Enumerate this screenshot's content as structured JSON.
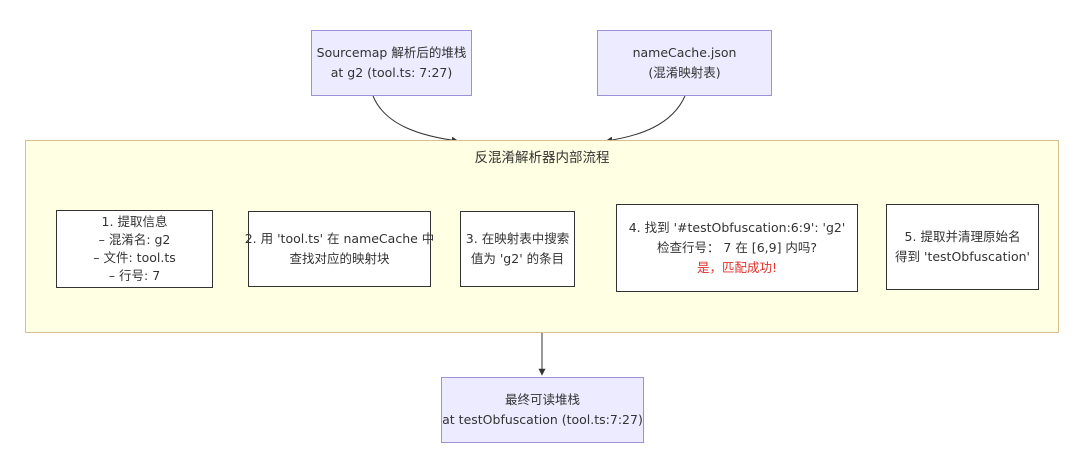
{
  "sources": {
    "stack": [
      "Sourcemap 解析后的堆栈",
      "at g2 (tool.ts: 7:27)"
    ],
    "namecache": [
      "nameCache.json",
      "(混淆映射表)"
    ]
  },
  "cluster": {
    "title": "反混淆解析器内部流程"
  },
  "steps": {
    "s1": [
      "1. 提取信息",
      "– 混淆名: g2",
      "– 文件: tool.ts",
      "– 行号: 7"
    ],
    "s2": [
      "2. 用 'tool.ts' 在 nameCache 中",
      "查找对应的映射块"
    ],
    "s3": [
      "3. 在映射表中搜索",
      "值为 'g2' 的条目"
    ],
    "s4": [
      "4. 找到 '#testObfuscation:6:9': 'g2'",
      "检查行号： 7 在 [6,9] 内吗?",
      "是，匹配成功!"
    ],
    "s5": [
      "5. 提取并清理原始名",
      "得到 'testObfuscation'"
    ]
  },
  "result": [
    "最终可读堆栈",
    "at testObfuscation (tool.ts:7:27)"
  ],
  "colors": {
    "source_fill": "#ECEBFF",
    "source_border": "#9E8FDB",
    "cluster_fill": "#FFFFE3",
    "cluster_border": "#D9C18F",
    "success_text": "#E0302A"
  }
}
